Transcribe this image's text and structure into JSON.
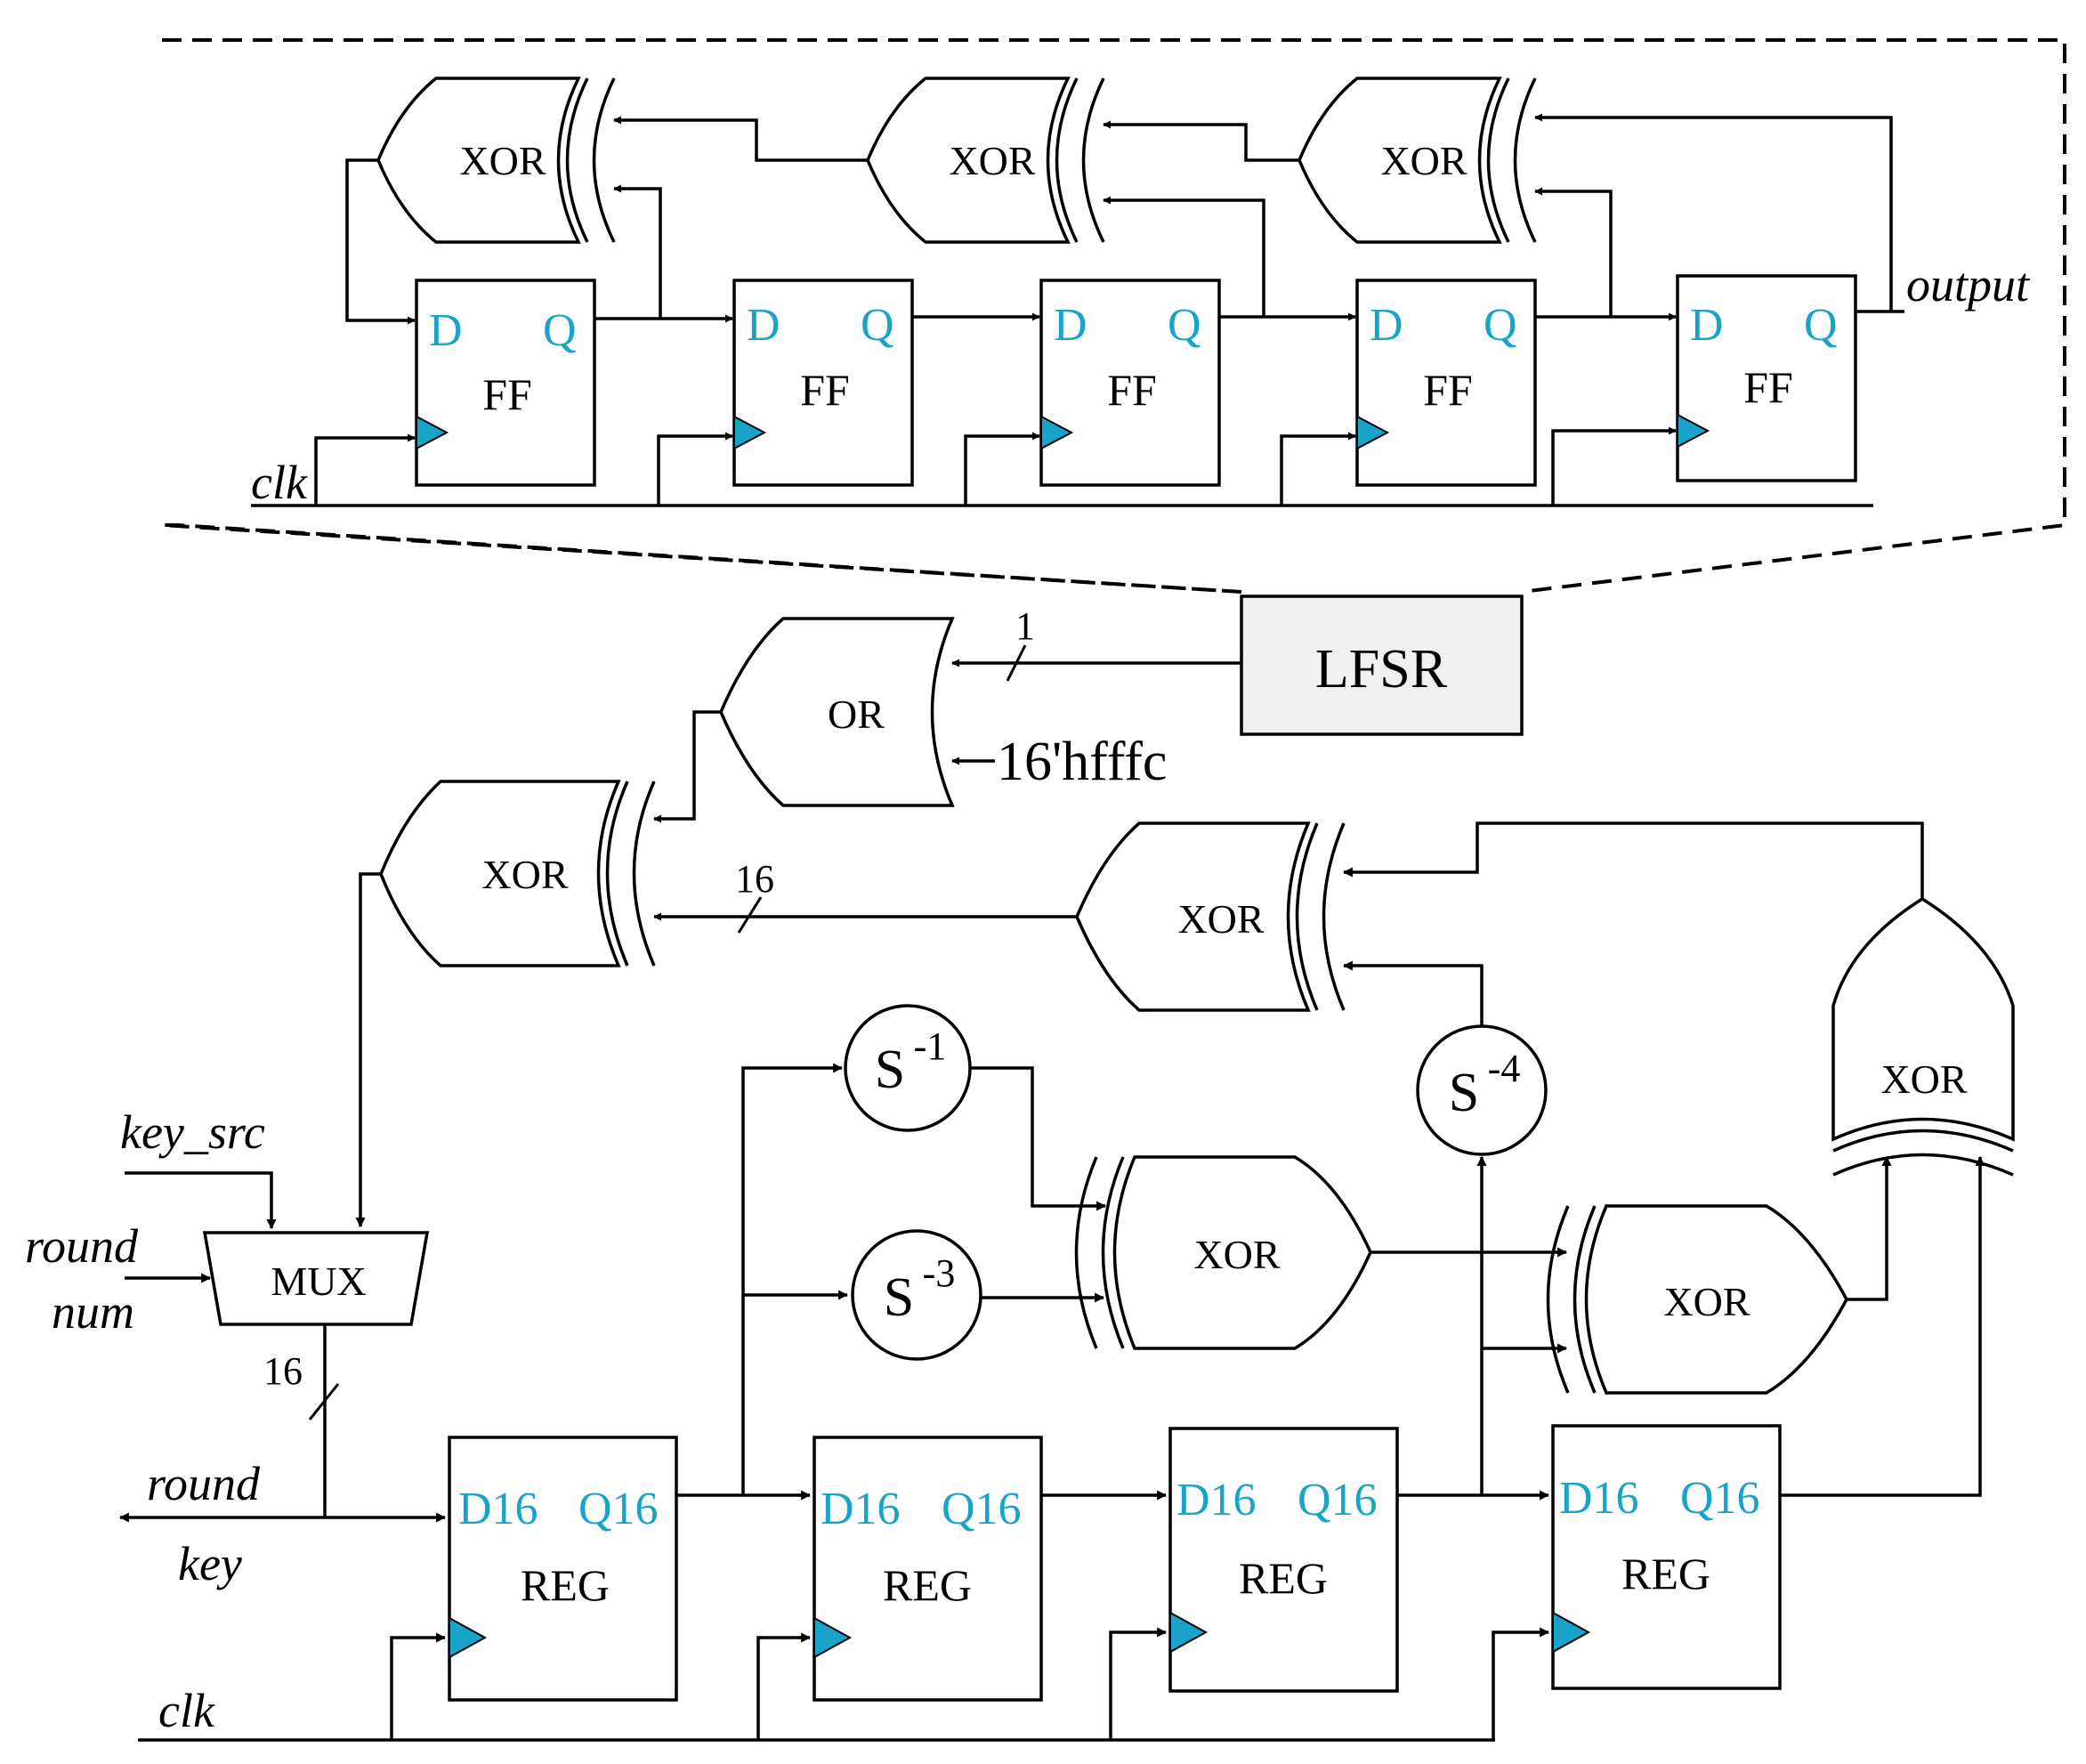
{
  "lfsr_detail": {
    "xor_gates": [
      "XOR",
      "XOR",
      "XOR"
    ],
    "flip_flops": [
      {
        "d": "D",
        "q": "Q",
        "name": "FF"
      },
      {
        "d": "D",
        "q": "Q",
        "name": "FF"
      },
      {
        "d": "D",
        "q": "Q",
        "name": "FF"
      },
      {
        "d": "D",
        "q": "Q",
        "name": "FF"
      },
      {
        "d": "D",
        "q": "Q",
        "name": "FF"
      }
    ],
    "output_label": "output",
    "clk_label": "clk"
  },
  "main": {
    "lfsr_label": "LFSR",
    "or_label": "OR",
    "bus_width_1": "1",
    "constant": "16'hfffc",
    "xor_gates": [
      "XOR",
      "XOR",
      "XOR",
      "XOR",
      "XOR"
    ],
    "bus_width_16_a": "16",
    "bus_width_16_b": "16",
    "s_minus_1": {
      "base": "S",
      "exp": "-1"
    },
    "s_minus_3": {
      "base": "S",
      "exp": "-3"
    },
    "s_minus_4": {
      "base": "S",
      "exp": "-4"
    },
    "mux_label": "MUX",
    "key_src_label": "key_src",
    "round_num_label_1": "round",
    "round_num_label_2": "num",
    "round_key_label_1": "round",
    "round_key_label_2": "key",
    "registers": [
      {
        "d": "D16",
        "q": "Q16",
        "name": "REG"
      },
      {
        "d": "D16",
        "q": "Q16",
        "name": "REG"
      },
      {
        "d": "D16",
        "q": "Q16",
        "name": "REG"
      },
      {
        "d": "D16",
        "q": "Q16",
        "name": "REG"
      }
    ],
    "clk_label": "clk"
  }
}
